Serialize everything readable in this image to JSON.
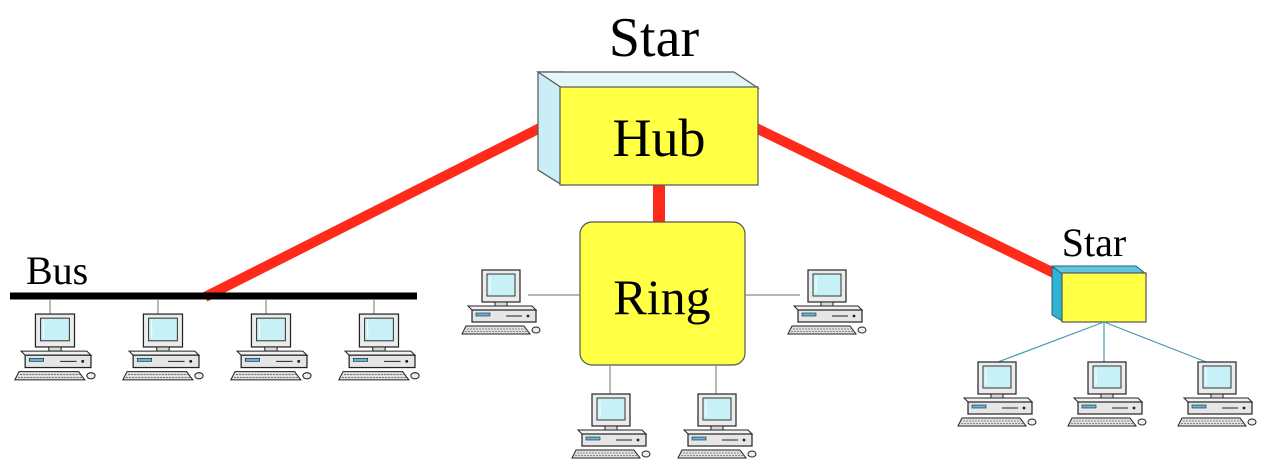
{
  "labels": {
    "top_title": "Star",
    "hub": "Hub",
    "ring": "Ring",
    "bus": "Bus",
    "right_star": "Star"
  },
  "colors": {
    "link": "#ff2a1a",
    "hub_fill": "#ffff44",
    "hub_side": "#c9eef6",
    "small_hub_side": "#2fb3d3",
    "bus_line": "#000000",
    "thin_line": "#8a8a8a",
    "computer_body": "#e9e9e9",
    "computer_screen": "#c7f0f7"
  },
  "icons": {
    "computer": "desktop-computer-icon"
  }
}
